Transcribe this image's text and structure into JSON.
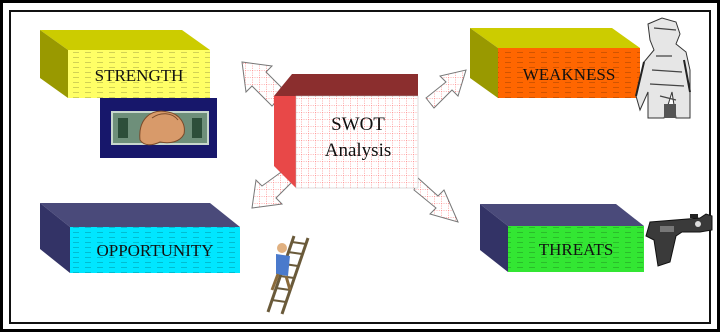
{
  "diagram": {
    "center": {
      "line1": "SWOT",
      "line2": "Analysis"
    },
    "blocks": {
      "strength": {
        "label": "STRENGTH",
        "front_color": "#ffff66",
        "top_color": "#cccc00",
        "side_color": "#999900"
      },
      "weakness": {
        "label": "WEAKNESS",
        "front_color": "#ff6600",
        "top_color": "#cccc00",
        "side_color": "#999900"
      },
      "opportunity": {
        "label": "OPPORTUNITY",
        "front_color": "#00e6ff",
        "top_color": "#4a4a7a",
        "side_color": "#333366"
      },
      "threats": {
        "label": "THREATS",
        "front_color": "#33e633",
        "top_color": "#4a4a7a",
        "side_color": "#333366"
      }
    },
    "pictures": [
      "arm-in-box-icon",
      "old-man-figure-icon",
      "ladder-climber-icon",
      "pistol-icon"
    ]
  }
}
